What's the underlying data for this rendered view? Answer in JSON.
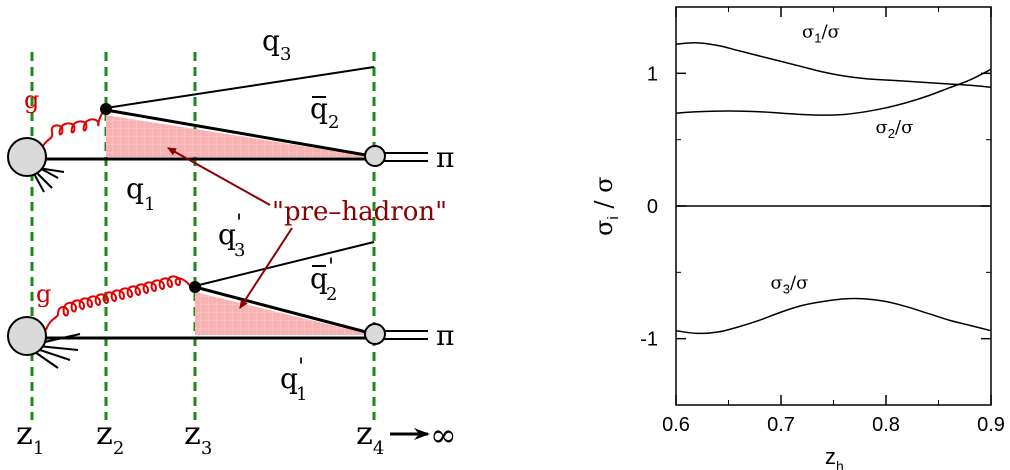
{
  "colors": {
    "gluon": "#e00000",
    "prehadron_fill": "#f8b2b2",
    "prehadron_arrow": "#8b0000",
    "zline": "#1a8a1a",
    "blob": "#d9d9d9",
    "line": "#000000"
  },
  "diagram": {
    "z_labels": [
      {
        "main": "z",
        "sub": "1"
      },
      {
        "main": "z",
        "sub": "2"
      },
      {
        "main": "z",
        "sub": "3"
      },
      {
        "main": "z",
        "sub": "4"
      }
    ],
    "infinity": "∞",
    "top": {
      "gluon": "g",
      "q3": {
        "main": "q",
        "sub": "3"
      },
      "q2bar": {
        "main": "q",
        "sub": "2"
      },
      "q1": {
        "main": "q",
        "sub": "1"
      },
      "pion": "π"
    },
    "bottom": {
      "gluon": "g",
      "q3p": {
        "main": "q",
        "prime": "'",
        "sub": "3"
      },
      "q2barp": {
        "main": "q",
        "prime": "'",
        "sub": "2"
      },
      "q1p": {
        "main": "q",
        "prime": "'",
        "sub": "1"
      },
      "pion": "π"
    },
    "prehadron_label": "\"pre–hadron\""
  },
  "chart_data": {
    "type": "line",
    "xlim": [
      0.6,
      0.9
    ],
    "ylim": [
      -1.5,
      1.5
    ],
    "xticks": [
      "0.6",
      "0.7",
      "0.8",
      "0.9"
    ],
    "yticks": [
      "1",
      "0",
      "-1"
    ],
    "xlabel": {
      "main": "z",
      "sub": "h"
    },
    "ylabel": {
      "main": "σ",
      "sub": "i",
      "rest": " / σ"
    },
    "series": [
      {
        "name": "σ1/σ",
        "label": {
          "a": "σ",
          "sub": "1",
          "b": "/σ"
        },
        "x": [
          0.6,
          0.62,
          0.64,
          0.66,
          0.68,
          0.7,
          0.72,
          0.74,
          0.76,
          0.78,
          0.8,
          0.82,
          0.84,
          0.86,
          0.88,
          0.9
        ],
        "y": [
          1.22,
          1.23,
          1.21,
          1.17,
          1.13,
          1.09,
          1.05,
          1.01,
          0.98,
          0.96,
          0.95,
          0.94,
          0.93,
          0.92,
          0.91,
          0.895
        ]
      },
      {
        "name": "σ2/σ",
        "label": {
          "a": "σ",
          "sub": "2",
          "b": "/σ"
        },
        "x": [
          0.6,
          0.62,
          0.64,
          0.66,
          0.68,
          0.7,
          0.72,
          0.74,
          0.76,
          0.78,
          0.8,
          0.82,
          0.84,
          0.86,
          0.88,
          0.9
        ],
        "y": [
          0.7,
          0.71,
          0.715,
          0.715,
          0.71,
          0.7,
          0.69,
          0.685,
          0.69,
          0.71,
          0.74,
          0.78,
          0.83,
          0.89,
          0.95,
          1.03
        ]
      },
      {
        "name": "σ3/σ",
        "label": {
          "a": "σ",
          "sub": "3",
          "b": "/σ"
        },
        "x": [
          0.6,
          0.62,
          0.64,
          0.66,
          0.68,
          0.7,
          0.72,
          0.74,
          0.76,
          0.78,
          0.8,
          0.82,
          0.84,
          0.86,
          0.88,
          0.9
        ],
        "y": [
          -0.94,
          -0.96,
          -0.95,
          -0.91,
          -0.86,
          -0.8,
          -0.75,
          -0.72,
          -0.7,
          -0.7,
          -0.72,
          -0.76,
          -0.81,
          -0.86,
          -0.9,
          -0.94
        ]
      }
    ],
    "zero_line": true
  }
}
